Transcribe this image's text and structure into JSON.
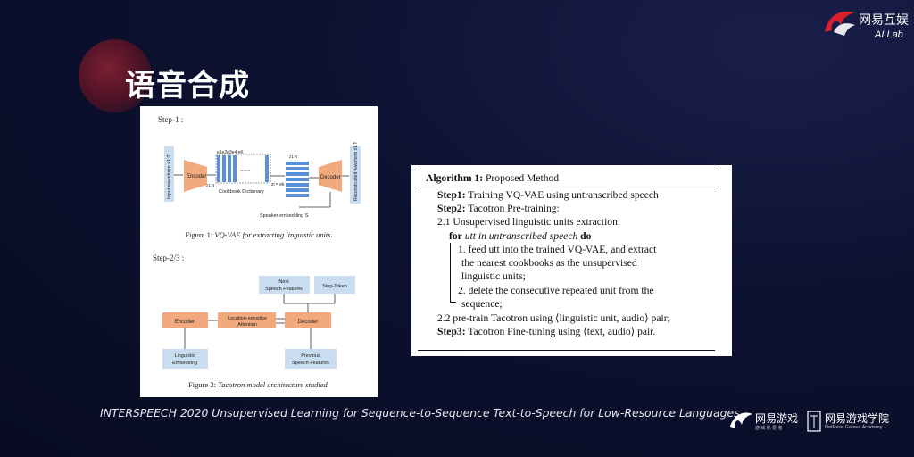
{
  "slide": {
    "title": "语音合成",
    "footer": "INTERSPEECH 2020 Unsupervised Learning for Sequence-to-Sequence Text-to-Speech for Low-Resource Languages"
  },
  "logos": {
    "top_brand": "网易互娱",
    "top_sub": "AI Lab",
    "bottom_brand1": "网易游戏",
    "bottom_brand1_sub": "游 戏 热 爱 者",
    "bottom_brand2": "网易游戏学院",
    "bottom_brand2_sub": "NetEase Games Academy"
  },
  "figure": {
    "step1_label": "Step-1 :",
    "step2_label": "Step-2/3 :",
    "fig1": {
      "input_label": "Input waveform x1:T",
      "encoder": "Encoder",
      "codebook_symbols": "e1 e2 e3 e4 ... eK",
      "codebook_label": "Cookbook Dictionary",
      "z_label": "z1:N",
      "zq_label": "z1:N",
      "assign_label": "zi = ek",
      "decoder": "Decoder",
      "output_label": "Reconstructed waveform x̂1:T",
      "speaker_label": "Speaker embedding S",
      "caption_prefix": "Figure 1: ",
      "caption_text": "VQ-VAE for extracting linguistic units."
    },
    "fig2": {
      "next_features": "Next\nSpeech Features",
      "stop_token": "Stop-Token",
      "encoder": "Encoder",
      "attention": "Location-sensitive\nAttention",
      "decoder": "Decoder",
      "linguistic": "Linguistic\nEmbedding",
      "previous": "Previous\nSpeech Features",
      "caption_prefix": "Figure 2: ",
      "caption_text": "Tacotron model architecture studied."
    }
  },
  "algorithm": {
    "header_bold": "Algorithm 1:",
    "header_text": " Proposed Method",
    "step1_bold": "Step1:",
    "step1_text": " Training VQ-VAE using untranscribed speech",
    "step2_bold": "Step2:",
    "step2_text": " Tacotron Pre-training:",
    "l21": "2.1 Unsupervised linguistic units extraction:",
    "for_kw": "for",
    "for_cond": " utt in untranscribed speech ",
    "do_kw": "do",
    "item1a": "1. feed utt into the trained VQ-VAE, and extract",
    "item1b": "the nearest cookbooks as the unsupervised",
    "item1c": "linguistic units;",
    "item2a": "2. delete the consecutive repeated unit from the",
    "item2b": "sequence;",
    "l22": "2.2 pre-train Tacotron using ⟨linguistic unit, audio⟩ pair;",
    "step3_bold": "Step3:",
    "step3_text": " Tacotron Fine-tuning using ⟨text, audio⟩ pair."
  },
  "colors": {
    "background": "#0c1130",
    "accent_red": "#7a2030",
    "orange_box": "#f2a97e",
    "blue_box": "#c9dcf0",
    "bar_blue": "#5b8fd8"
  }
}
